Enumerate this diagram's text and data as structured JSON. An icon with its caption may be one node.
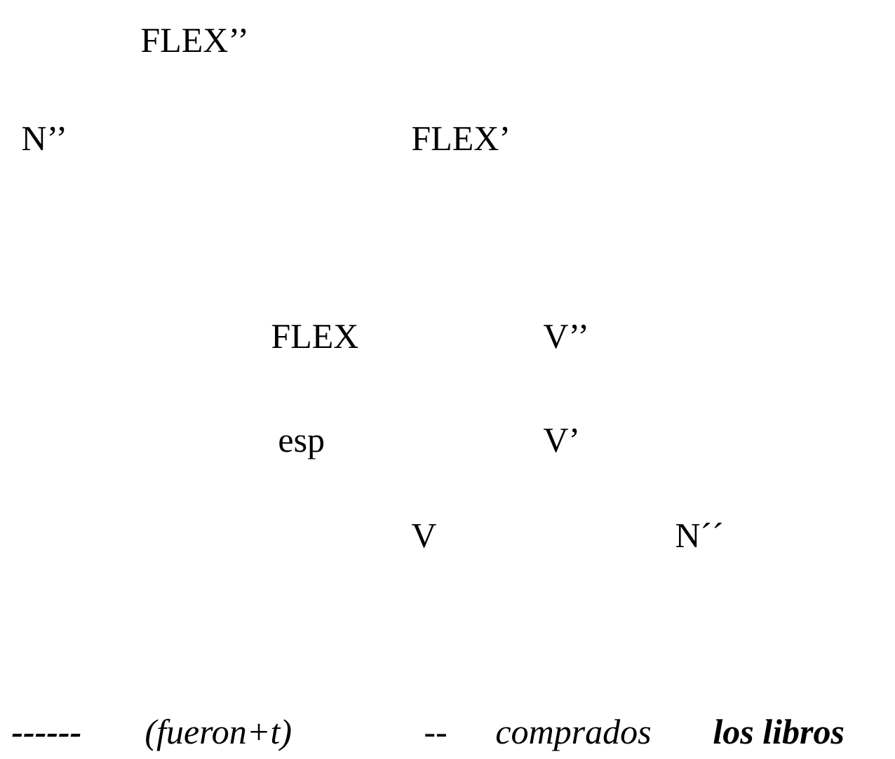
{
  "diagram": {
    "labels": [
      "FLEX’’",
      "N’’",
      "FLEX’",
      "FLEX",
      "V’’",
      "esp",
      "V’",
      "V",
      "N´´",
      "------",
      "(fueron+t)",
      "--",
      "comprados",
      "los libros"
    ]
  }
}
